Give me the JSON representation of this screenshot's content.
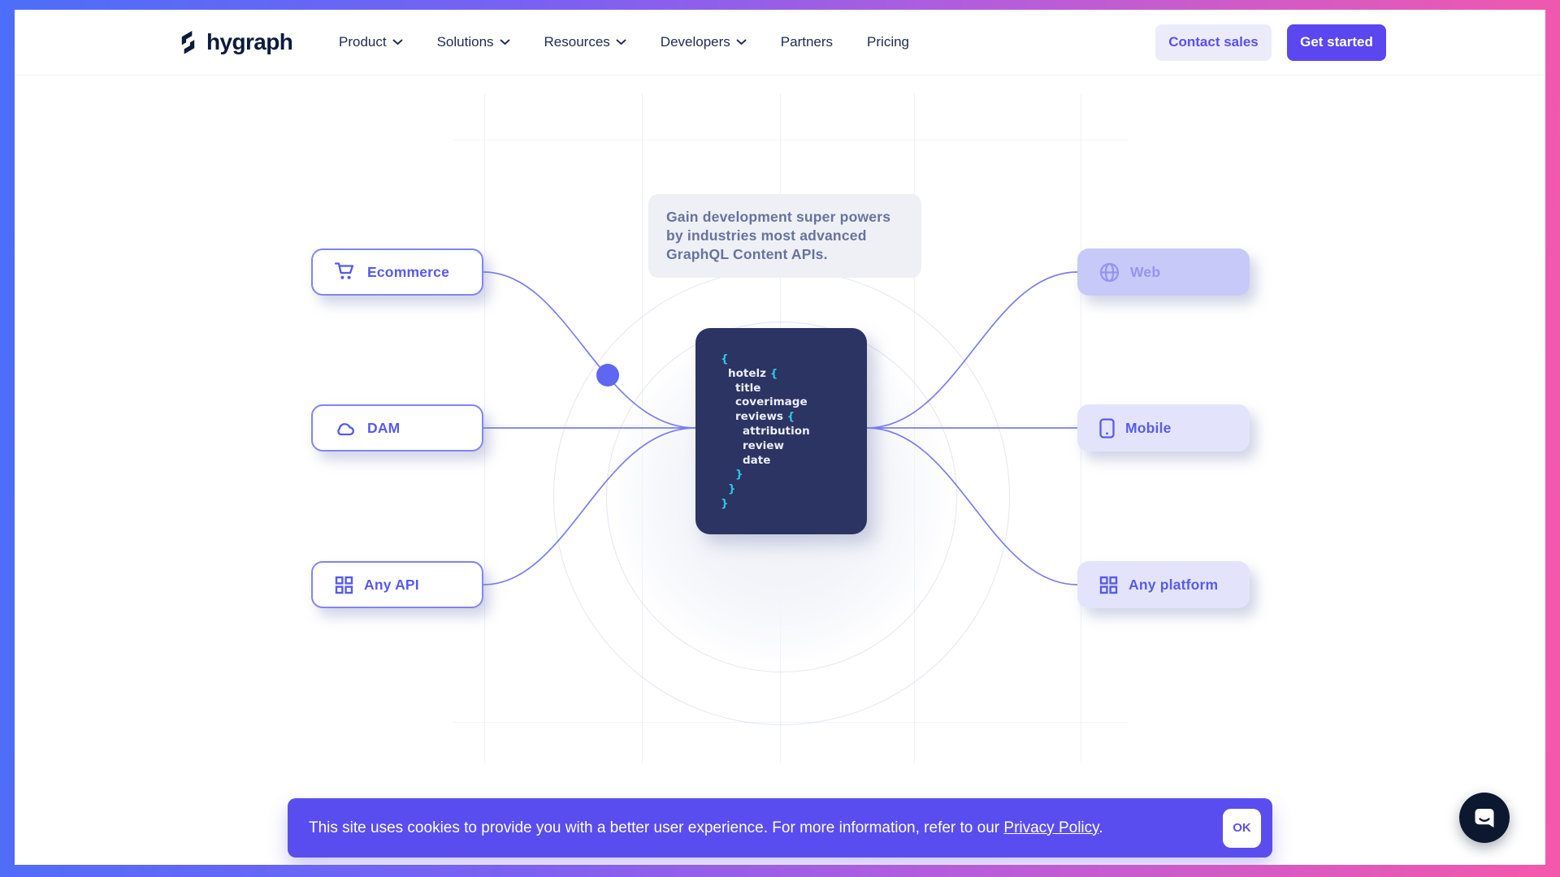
{
  "frame": {
    "gradient_colors": [
      "#4c6ef9",
      "#7c60f2",
      "#b55ddb",
      "#f558ab"
    ]
  },
  "progress_bars": {
    "blue_color": "#3f87f5",
    "dark_color": "#56565e"
  },
  "nav": {
    "logo_text": "hygraph",
    "items": [
      {
        "label": "Product",
        "has_dropdown": true
      },
      {
        "label": "Solutions",
        "has_dropdown": true
      },
      {
        "label": "Resources",
        "has_dropdown": true
      },
      {
        "label": "Developers",
        "has_dropdown": true
      },
      {
        "label": "Partners",
        "has_dropdown": false
      },
      {
        "label": "Pricing",
        "has_dropdown": false
      }
    ],
    "contact_sales_label": "Contact sales",
    "get_started_label": "Get started"
  },
  "diagram": {
    "tooltip_text": "Gain development super powers by industries most advanced GraphQL Content APIs.",
    "left_cards": [
      {
        "label": "Ecommerce",
        "icon": "cart-icon"
      },
      {
        "label": "DAM",
        "icon": "cloud-icon"
      },
      {
        "label": "Any API",
        "icon": "grid-icon"
      }
    ],
    "right_cards": [
      {
        "label": "Web",
        "icon": "globe-icon"
      },
      {
        "label": "Mobile",
        "icon": "phone-icon"
      },
      {
        "label": "Any platform",
        "icon": "grid-icon"
      }
    ],
    "code_lines": [
      {
        "level": 0,
        "text": "{"
      },
      {
        "level": 1,
        "text": "hotelz {"
      },
      {
        "level": 2,
        "text": "title"
      },
      {
        "level": 2,
        "text": "coverimage"
      },
      {
        "level": 2,
        "text": "reviews {"
      },
      {
        "level": 3,
        "text": "attribution"
      },
      {
        "level": 3,
        "text": "review"
      },
      {
        "level": 3,
        "text": "date"
      },
      {
        "level": 2,
        "text": "}"
      },
      {
        "level": 1,
        "text": "}"
      },
      {
        "level": 0,
        "text": "}"
      }
    ],
    "colors": {
      "accent": "#5a50f0",
      "connector_line": "#797ef0",
      "dot": "#5f66f2",
      "code_background": "#2b3462",
      "code_brace": "#30c5ea",
      "code_text": "#eceef6",
      "card_border": "#8185f3",
      "web_card_background": "#c7c9f8",
      "filled_card_background": "#e3e4fc",
      "tooltip_background": "#eef0f5",
      "tooltip_text_color": "#66739e"
    }
  },
  "cookie_banner": {
    "message_before": "This site uses cookies to provide you with a better user experience. For more information, refer to our ",
    "privacy_link_label": "Privacy Policy",
    "message_after": ".",
    "ok_label": "OK"
  }
}
